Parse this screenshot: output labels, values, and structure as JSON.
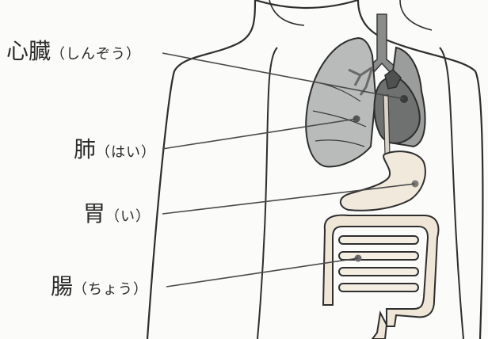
{
  "labels": {
    "heart": {
      "kanji": "心臓",
      "kana": "（しんぞう）"
    },
    "lung": {
      "kanji": "肺",
      "kana": "（はい）"
    },
    "stomach": {
      "kanji": "胃",
      "kana": "（い）"
    },
    "intestine": {
      "kanji": "腸",
      "kana": "（ちょう）"
    }
  },
  "colors": {
    "outline": "#2e2e2e",
    "lung_fill": "#b9bbba",
    "heart_fill": "#6f7070",
    "stomach_fill": "#f1e9dc",
    "intestine_fill": "#efe6d8",
    "leader_line": "#4a4a4a"
  }
}
